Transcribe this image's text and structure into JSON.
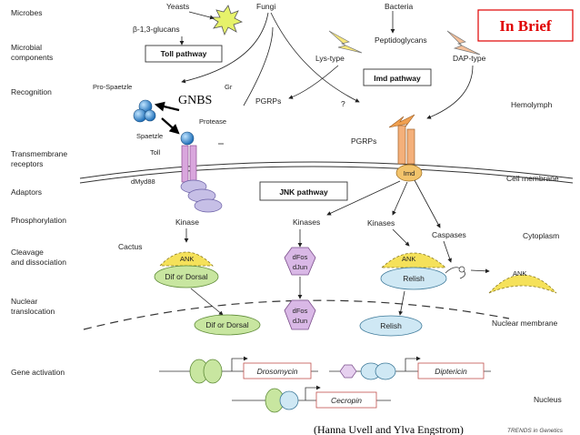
{
  "row_labels": [
    "Microbes",
    "Microbial components",
    "Recognition",
    "Transmembrane receptors",
    "Adaptors",
    "Phosphorylation",
    "Cleavage and dissociation",
    "Nuclear translocation",
    "Gene activation"
  ],
  "right_labels": {
    "hemolymph": "Hemolymph",
    "cell_membrane": "Cell membrane",
    "cytoplasm": "Cytoplasm",
    "nuclear_membrane": "Nuclear membrane",
    "nucleus": "Nucleus"
  },
  "microbes": {
    "yeasts": "Yeasts",
    "fungi": "Fungi",
    "bacteria": "Bacteria"
  },
  "components": {
    "glucans": "β-1,3-glucans",
    "peptidoglycans": "Peptidoglycans",
    "lys_type": "Lys-type",
    "dap_type": "DAP-type"
  },
  "pathways": {
    "toll": "Toll pathway",
    "imd": "Imd pathway",
    "jnk": "JNK pathway"
  },
  "toll_side": {
    "pro_spaetzle": "Pro-Spaetzle",
    "gnbs_cut": "Gr",
    "gnbs": "GNBS",
    "protease": "Protease",
    "spaetzle": "Spaetzle",
    "toll": "Toll",
    "dmyd88": "dMyd88",
    "kinase": "Kinase",
    "cactus": "Cactus",
    "ank": "ANK",
    "dif_dorsal": "Dif or Dorsal"
  },
  "imd_side": {
    "pgrps_left": "PGRPs",
    "question": "?",
    "pgrps_right": "PGRPs",
    "imd": "Imd",
    "kinases_a": "Kinases",
    "kinases_b": "Kinases",
    "caspases": "Caspases",
    "ank_relish": "ANK",
    "relish": "Relish",
    "ank_free": "ANK"
  },
  "jnk": {
    "dfos": "dFos",
    "djun": "dJun"
  },
  "genes": {
    "drosomycin": "Drosomycin",
    "diptericin": "Diptericin",
    "cecropin": "Cecropin"
  },
  "overlay": {
    "in_brief": "In Brief",
    "credit": "(Hanna Uvell and Ylva Engstrom)",
    "journal": "TRENDS in Genetics"
  },
  "colors": {
    "brief_red": "#e00000",
    "yellow": "#f5e15a",
    "orange": "#f0a050",
    "green": "#c8e6a0",
    "pink": "#d4a8d8",
    "lavender": "#c0b8e0",
    "blue": "#3a8fd0",
    "light_blue": "#cfe8f4"
  }
}
